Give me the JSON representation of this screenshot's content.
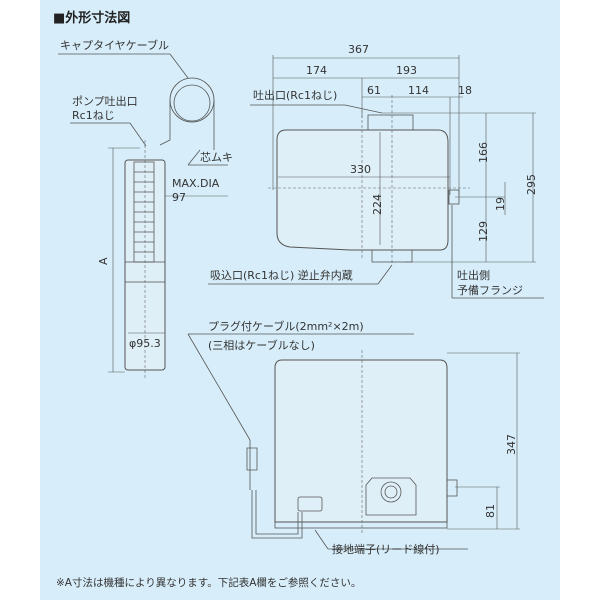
{
  "title": "■外形寸法図",
  "submersible": {
    "cable_label": "キャプタイヤケーブル",
    "outlet_label_1": "ポンプ吐出口",
    "outlet_label_2": "Rc1ねじ",
    "core_label": "芯ムキ",
    "maxdia_label": "MAX.DIA",
    "maxdia_value": "97",
    "a_label": "A",
    "dia_label": "φ95.3"
  },
  "top_view": {
    "dim_total_width": "367",
    "dim_left": "174",
    "dim_right": "193",
    "dim_61": "61",
    "dim_114": "114",
    "dim_18": "18",
    "outlet_label": "吐出口(Rc1ねじ)",
    "dim_330": "330",
    "dim_224": "224",
    "dim_166": "166",
    "dim_295": "295",
    "dim_19": "19",
    "dim_129": "129",
    "inlet_label": "吸込口(Rc1ねじ) 逆止弁内蔵",
    "flange_label_1": "吐出側",
    "flange_label_2": "予備フランジ"
  },
  "side_view": {
    "cable_label_1": "プラグ付ケーブル(2mm²×2m)",
    "cable_label_2": "(三相はケーブルなし)",
    "dim_347": "347",
    "dim_81": "81",
    "ground_label": "接地端子(リード線付)"
  },
  "footnote": "※A寸法は機種により異なります。下記表A欄をご参照ください。"
}
